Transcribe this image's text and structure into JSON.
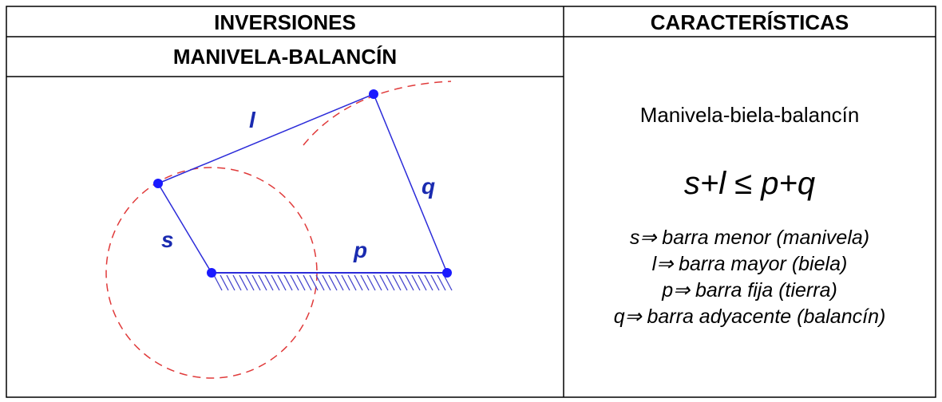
{
  "table": {
    "header_left": "INVERSIONES",
    "header_right": "CARACTERÍSTICAS",
    "subheader_left": "MANIVELA-BALANCÍN"
  },
  "diagram": {
    "labels": {
      "l": "l",
      "q": "q",
      "s": "s",
      "p": "p"
    },
    "colors": {
      "link": "#2b2bd9",
      "joint": "#1a1aff",
      "circle": "#e03a3a",
      "label": "#1a2bb0",
      "hatch": "#4444cc"
    }
  },
  "characteristics": {
    "title": "Manivela-biela-balancín",
    "formula": "s+l ≤ p+q",
    "definitions": [
      "s⇒ barra menor (manivela)",
      "l⇒ barra mayor (biela)",
      "p⇒ barra fija (tierra)",
      "q⇒ barra adyacente (balancín)"
    ]
  }
}
